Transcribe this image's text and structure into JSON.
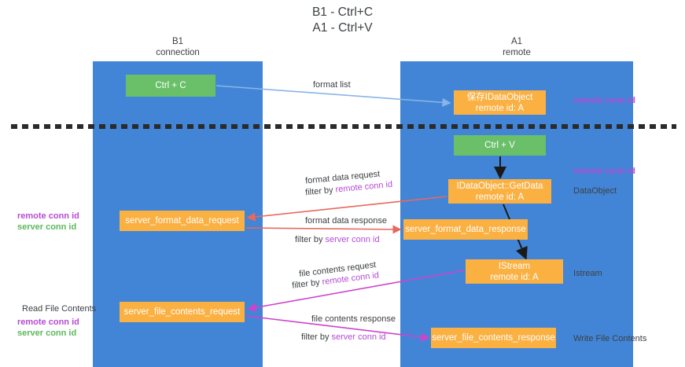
{
  "title": {
    "line1": "B1 - Ctrl+C",
    "line2": "A1 - Ctrl+V"
  },
  "lanes": [
    {
      "id": "b1",
      "name": "B1",
      "subtitle": "connection",
      "color": "#4285d6"
    },
    {
      "id": "a1",
      "name": "A1",
      "subtitle": "remote",
      "color": "#4285d6"
    }
  ],
  "nodes": {
    "ctrl_c": {
      "label": "Ctrl + C",
      "color": "#6abf69",
      "lane": "b1"
    },
    "idataobject": {
      "line1": "保存IDataObject",
      "line2": "remote id: A",
      "color": "#fbb042",
      "lane": "a1"
    },
    "ctrl_v": {
      "label": "Ctrl + V",
      "color": "#6abf69",
      "lane": "a1"
    },
    "getdata": {
      "line1": "IDataObject::GetData",
      "line2": "remote id: A",
      "color": "#fbb042",
      "lane": "a1"
    },
    "server_format_data_request": {
      "label": "server_format_data_request",
      "color": "#fbb042",
      "lane": "b1"
    },
    "server_format_data_response": {
      "label": "server_format_data_response",
      "color": "#fbb042",
      "lane": "a1"
    },
    "istream": {
      "line1": "IStream",
      "line2": "remote id: A",
      "color": "#fbb042",
      "lane": "a1"
    },
    "server_file_contents_request": {
      "label": "server_file_contents_request",
      "color": "#fbb042",
      "lane": "b1"
    },
    "server_file_contents_response": {
      "label": "server_file_contents_response",
      "color": "#fbb042",
      "lane": "a1"
    }
  },
  "edge_labels": {
    "format_list": "format list",
    "format_data_request": "format data request",
    "format_data_request_filter_prefix": "filter by ",
    "format_data_request_filter_key": "remote conn id",
    "format_data_response": "format data response",
    "format_data_response_filter_prefix": "filter by ",
    "format_data_response_filter_key": "server conn id",
    "file_contents_request": "file contents request",
    "file_contents_request_filter_prefix": "filter by ",
    "file_contents_request_filter_key": "remote conn id",
    "file_contents_response": "file contents response",
    "file_contents_response_filter_prefix": "filter by ",
    "file_contents_response_filter_key": "server conn id"
  },
  "side_labels": {
    "remote_conn_id_top": "remote conn id",
    "remote_conn_id_mid": "remote conn id",
    "dataobject": "DataObject",
    "istream": "Istream",
    "write_file_contents": "Write File Contents",
    "read_file_contents": "Read File Contents",
    "left_remote_conn_id_1": "remote conn id",
    "left_server_conn_id_1": "server conn id",
    "left_remote_conn_id_2": "remote conn id",
    "left_server_conn_id_2": "server conn id"
  },
  "colors": {
    "lane": "#4285d6",
    "green_node": "#6abf69",
    "orange_node": "#fbb042",
    "purple_text": "#b44bd4",
    "green_text": "#5cb85c",
    "red_arrow": "#e8685d",
    "magenta_arrow": "#cc44cc",
    "blue_arrow": "#8ab4e8",
    "black_arrow": "#1a1a1a",
    "divider": "#2b2b2b"
  }
}
